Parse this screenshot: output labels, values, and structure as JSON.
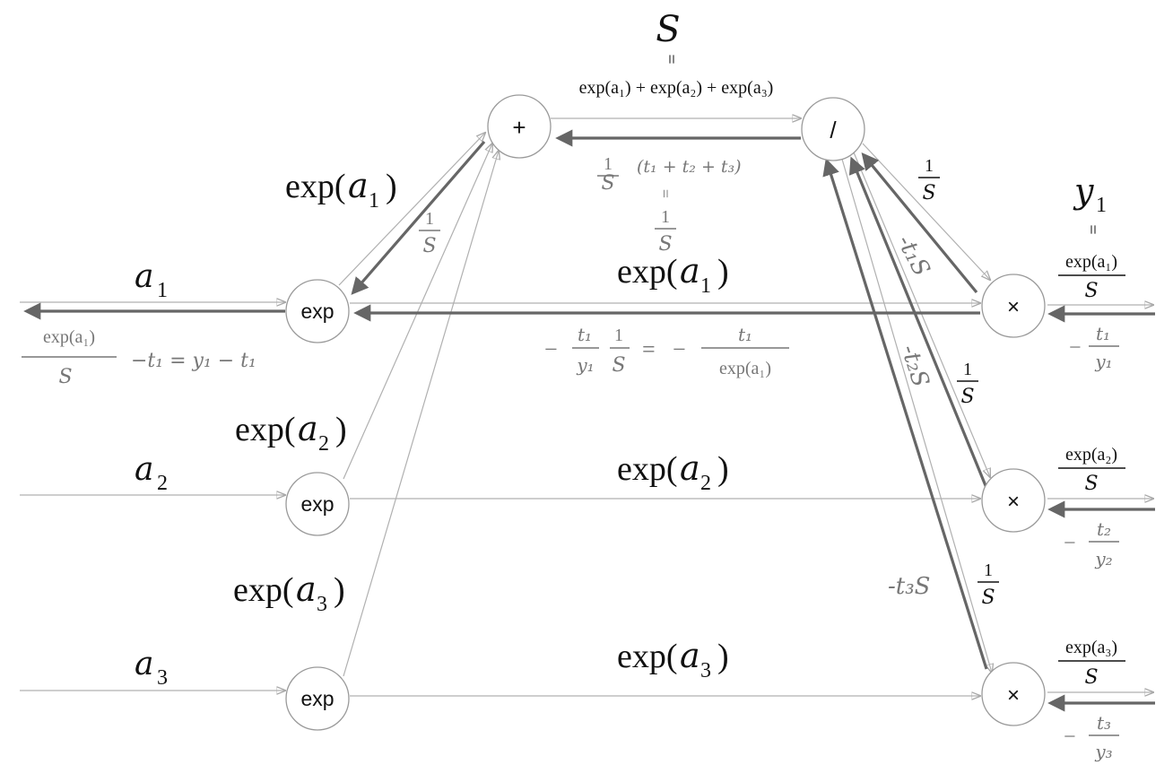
{
  "nodes": {
    "exp1": "exp",
    "exp2": "exp",
    "exp3": "exp",
    "plus": "+",
    "div": "/",
    "mul1": "×",
    "mul2": "×",
    "mul3": "×"
  },
  "inputs": {
    "a1": "a",
    "a1_sub": "1",
    "a2": "a",
    "a2_sub": "2",
    "a3": "a",
    "a3_sub": "3"
  },
  "forward": {
    "exp_a1": "exp(",
    "exp_a2": "exp(",
    "exp_a3": "exp(",
    "var_a": "a",
    "close": ")",
    "sub1": "1",
    "sub2": "2",
    "sub3": "3",
    "S_label": "S",
    "S_eq": "=",
    "S_def": "exp(a₁) + exp(a₂) + exp(a₃)",
    "y1": "y",
    "y1_sub": "1",
    "y1_eq": "=",
    "out1_num": "exp(a₁)",
    "out2_num": "exp(a₂)",
    "out3_num": "exp(a₃)",
    "out_den": "S"
  },
  "backward": {
    "one": "1",
    "S": "S",
    "div_sum": "(t₁ + t₂ + t₃)",
    "eq": "=",
    "neg_t1S": "-t₁S",
    "neg_t2S": "-t₂S",
    "neg_t3S": "-t₃S",
    "minus": "−",
    "t1": "t₁",
    "t2": "t₂",
    "t3": "t₃",
    "y1": "y₁",
    "y2": "y₂",
    "y3": "y₃",
    "exp_a1": "exp(a₁)",
    "mid_expr_eq": "=",
    "result_num": "exp(a₁)",
    "result_tail": "−t₁ = y₁ − t₁"
  }
}
